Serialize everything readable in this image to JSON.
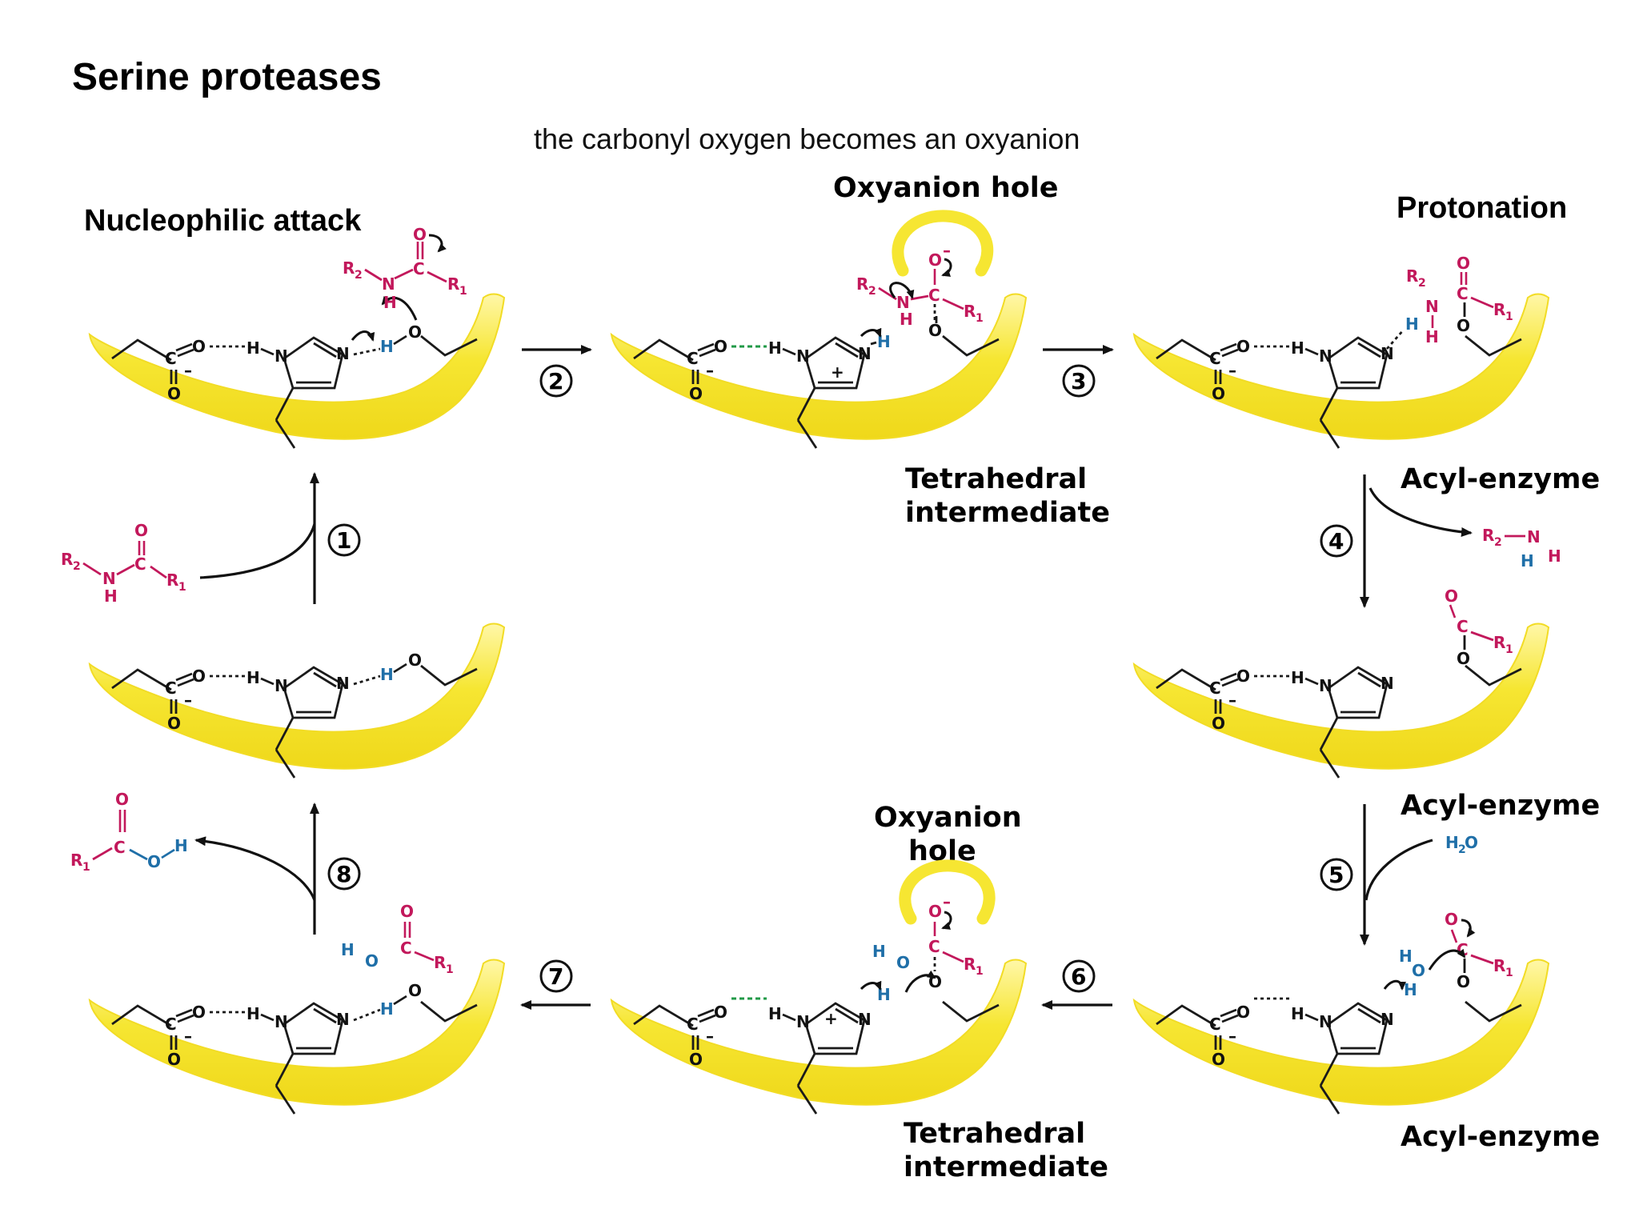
{
  "page": {
    "title": "Serine proteases",
    "subtitle": "the carbonyl oxygen becomes an oxyanion"
  },
  "labels": {
    "nucleophilic_attack": "Nucleophilic attack",
    "protonation": "Protonation",
    "oxyanion_hole_top": "Oxyanion hole",
    "oxyanion_hole_bottom_1": "Oxyanion",
    "oxyanion_hole_bottom_2": "hole",
    "tetrahedral_top_1": "Tetrahedral",
    "tetrahedral_top_2": "intermediate",
    "tetrahedral_bottom_1": "Tetrahedral",
    "tetrahedral_bottom_2": "intermediate",
    "acyl_enzyme_1": "Acyl-enzyme",
    "acyl_enzyme_2": "Acyl-enzyme",
    "acyl_enzyme_3": "Acyl-enzyme"
  },
  "steps": [
    "1",
    "2",
    "3",
    "4",
    "5",
    "6",
    "7",
    "8"
  ],
  "atoms": {
    "N": "N",
    "H": "H",
    "O": "O",
    "C": "C",
    "R1": "R",
    "R2": "R",
    "sub1": "1",
    "sub2": "2",
    "plus": "+",
    "minus": "–",
    "water": "H",
    "water_sub": "2",
    "water_o": "O"
  },
  "colors": {
    "substrate": "#c2185b",
    "proton": "#1f6fa8",
    "hbond_green": "#1f9a47",
    "enzyme_yellow": "#f7e83a",
    "enzyme_yellow_light": "#fff6a0"
  }
}
